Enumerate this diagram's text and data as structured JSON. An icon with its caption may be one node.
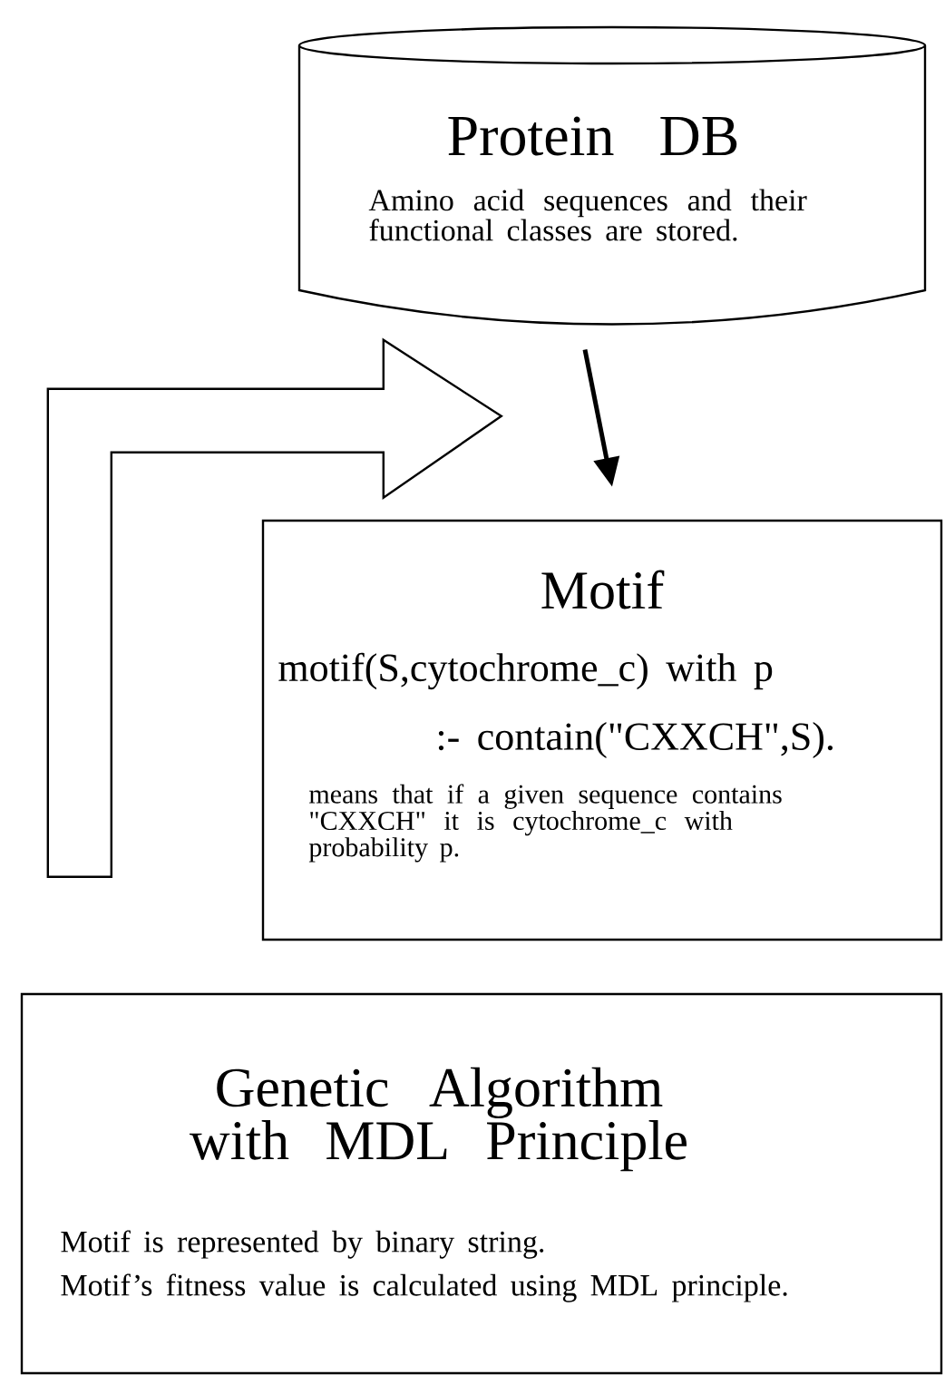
{
  "diagram": {
    "nodes": [
      {
        "text": [
          "Protein DB",
          "Amino acid  sequences and their functional classes are stored."
        ]
      },
      {
        "text": [
          "Motif",
          "motif(S,cytochrome_c) with p",
          ":- contain(\"CXXCH\",S).",
          "means that if a given sequence contains \"CXXCH\" it is cytochrome_c with probability p."
        ]
      },
      {
        "text": [
          "Genetic Algorithm with MDL Principle",
          "Motif is represented by binary string.",
          "Motif’s fitness value is calculated using MDL principle."
        ]
      }
    ],
    "edges": [
      {
        "from": 0,
        "to": 1,
        "arrow": "to"
      },
      {
        "from": 2,
        "to": 1,
        "arrow": "to",
        "style": "thick"
      }
    ]
  }
}
